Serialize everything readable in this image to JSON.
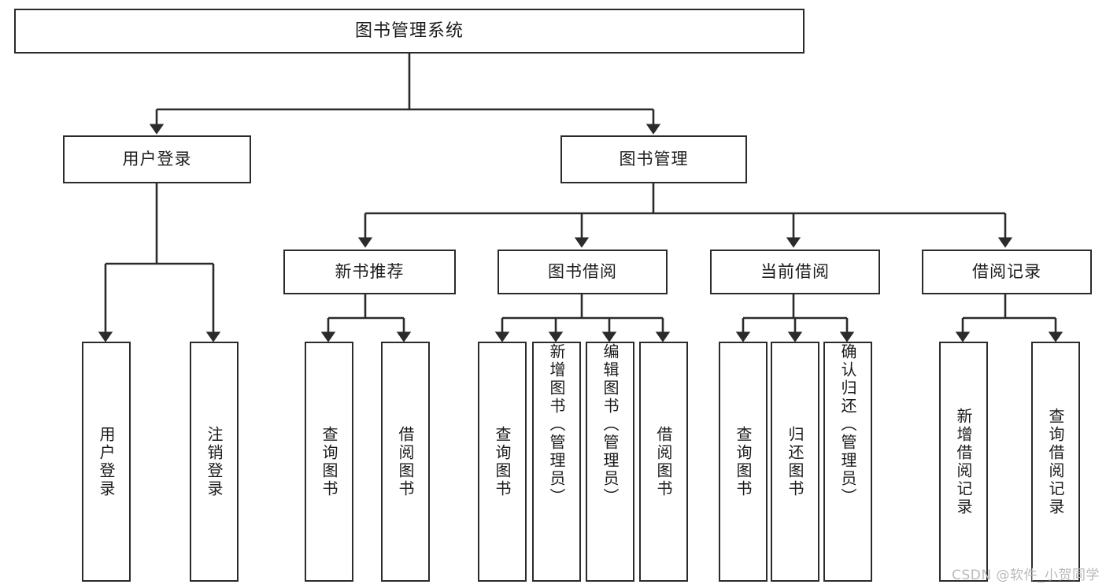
{
  "diagram": {
    "type": "tree-hierarchy-chart",
    "title": "图书管理系统",
    "colors": {
      "stroke": "#2b2b2b",
      "fill": "#ffffff",
      "text": "#1c1c1c",
      "watermark": "#b9b9b9"
    },
    "root": {
      "label": "图书管理系统"
    },
    "level2": [
      {
        "label": "用户登录"
      },
      {
        "label": "图书管理"
      }
    ],
    "level3": [
      {
        "label": "新书推荐"
      },
      {
        "label": "图书借阅"
      },
      {
        "label": "当前借阅"
      },
      {
        "label": "借阅记录"
      }
    ],
    "leaves": {
      "user_login": [
        {
          "label": "用户登录"
        },
        {
          "label": "注销登录"
        }
      ],
      "new_book_recommend": [
        {
          "label": "查询图书"
        },
        {
          "label": "借阅图书"
        }
      ],
      "book_borrow": [
        {
          "label": "查询图书"
        },
        {
          "label": "新增图书（管理员）"
        },
        {
          "label": "编辑图书（管理员）"
        },
        {
          "label": "借阅图书"
        }
      ],
      "current_borrow": [
        {
          "label": "查询图书"
        },
        {
          "label": "归还图书"
        },
        {
          "label": "确认归还（管理员）"
        }
      ],
      "borrow_records": [
        {
          "label": "新增借阅记录"
        },
        {
          "label": "查询借阅记录"
        }
      ]
    }
  },
  "watermark": {
    "text": "CSDN @软件_小贺同学"
  }
}
